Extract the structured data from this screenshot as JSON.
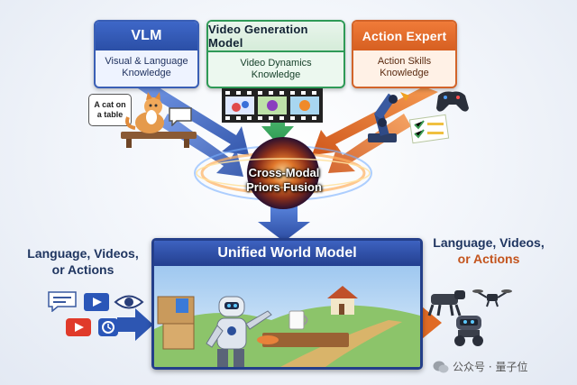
{
  "cards": {
    "vlm": {
      "title": "VLM",
      "body_line1": "Visual & Language",
      "body_line2": "Knowledge",
      "color": "#2b4fa6"
    },
    "video_gen": {
      "title": "Video Generation Model",
      "body_line1": "Video Dynamics",
      "body_line2": "Knowledge",
      "color": "#2f9a57"
    },
    "action_expert": {
      "title": "Action Expert",
      "body_line1": "Action Skills",
      "body_line2": "Knowledge",
      "color": "#d65f21"
    }
  },
  "speech_bubble": {
    "line1": "A cat on",
    "line2": "a table"
  },
  "fusion": {
    "line1": "Cross-Modal",
    "line2": "Priors Fusion"
  },
  "world_model": {
    "title": "Unified World Model",
    "color": "#233f8f"
  },
  "inputs": {
    "line1": "Language, Videos,",
    "line2": "or Actions"
  },
  "outputs": {
    "line1": "Language, Videos,",
    "line2": "or Actions"
  },
  "watermark": {
    "text": "公众号 · 量子位"
  }
}
